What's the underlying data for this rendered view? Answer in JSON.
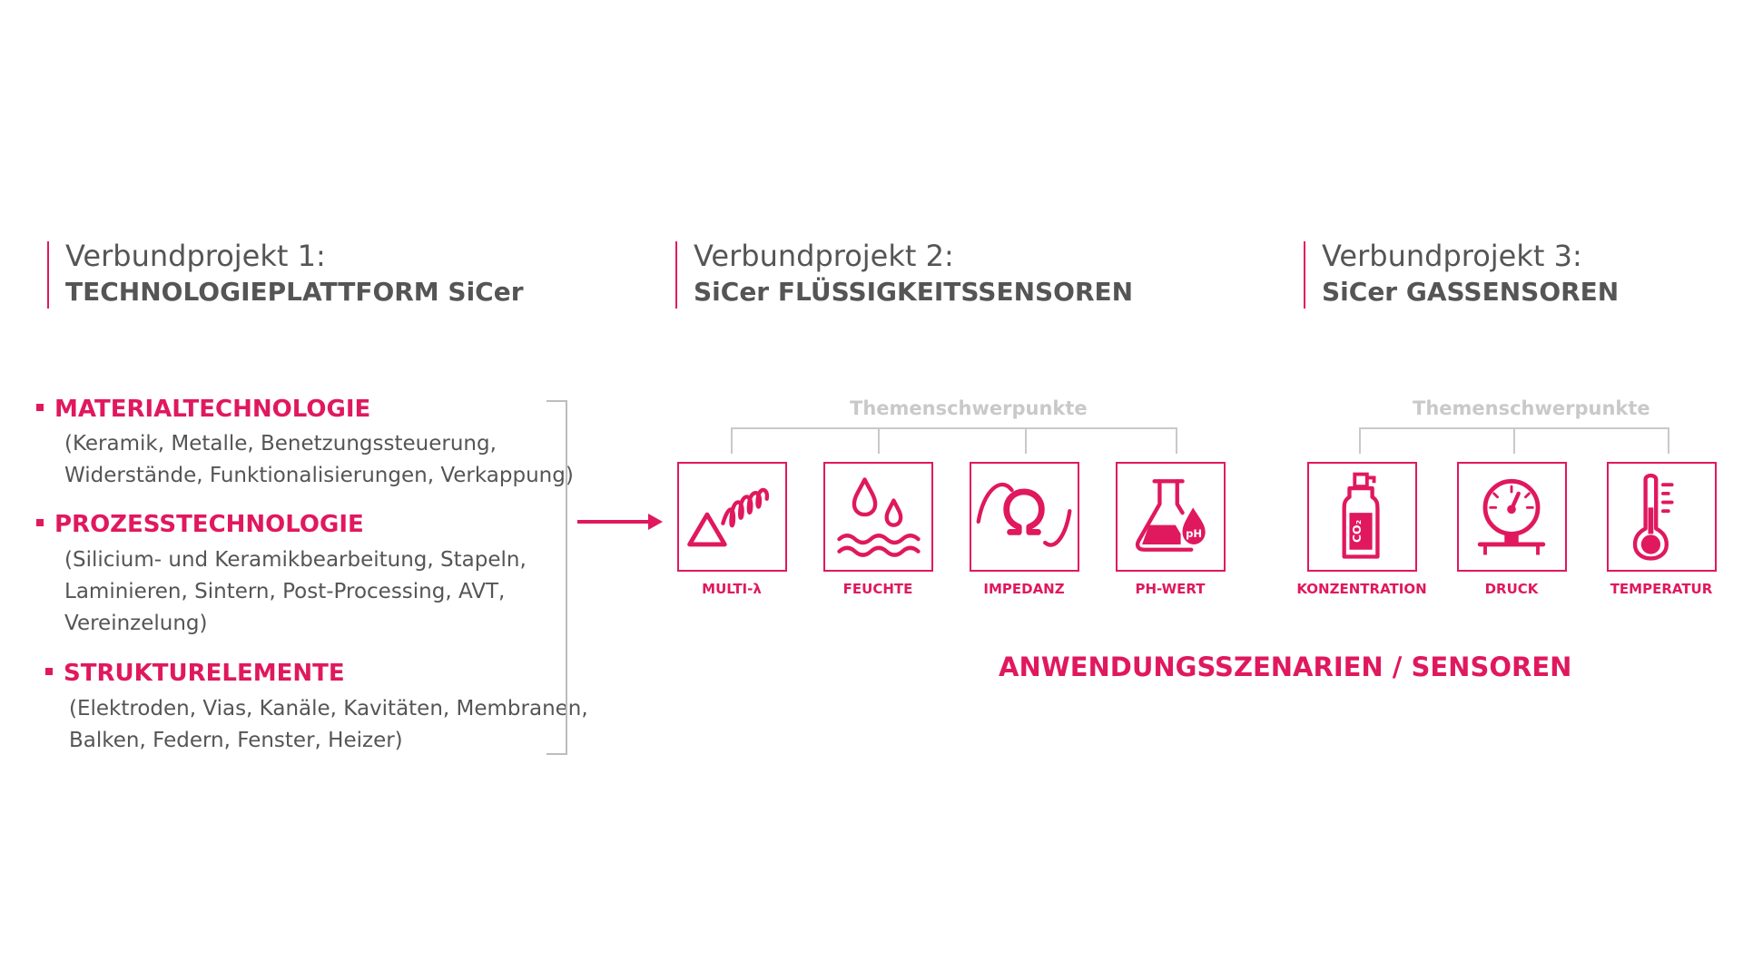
{
  "projects": [
    {
      "title": "Verbundprojekt 1:",
      "subtitle": "TECHNOLOGIEPLATTFORM SiCer"
    },
    {
      "title": "Verbundprojekt 2:",
      "subtitle": "SiCer FLÜSSIGKEITSSENSOREN"
    },
    {
      "title": "Verbundprojekt 3:",
      "subtitle": "SiCer GASSENSOREN"
    }
  ],
  "technology": [
    {
      "heading": "MATERIALTECHNOLOGIE",
      "lines": [
        "(Keramik, Metalle, Benetzungssteuerung,",
        "Widerstände, Funktionalisierungen, Verkappung)"
      ]
    },
    {
      "heading": "PROZESSTECHNOLOGIE",
      "lines": [
        "(Silicium- und Keramikbearbeitung, Stapeln,",
        "Laminieren, Sintern, Post-Processing, AVT,",
        "Vereinzelung)"
      ]
    },
    {
      "heading": "STRUKTURELEMENTE",
      "lines": [
        "(Elektroden, Vias, Kanäle, Kavitäten, Membranen,",
        "Balken, Federn, Fenster, Heizer)"
      ]
    }
  ],
  "fluid_group": {
    "theme_label": "Themenschwerpunkte",
    "icons": [
      {
        "label": "MULTI-λ",
        "icon": "multi-lambda-icon"
      },
      {
        "label": "FEUCHTE",
        "icon": "moisture-icon"
      },
      {
        "label": "IMPEDANZ",
        "icon": "impedance-icon"
      },
      {
        "label": "PH-WERT",
        "icon": "ph-flask-icon"
      }
    ]
  },
  "gas_group": {
    "theme_label": "Themenschwerpunkte",
    "icons": [
      {
        "label": "KONZENTRATION",
        "icon": "co2-bottle-icon",
        "icon_text": "CO₂"
      },
      {
        "label": "DRUCK",
        "icon": "pressure-gauge-icon"
      },
      {
        "label": "TEMPERATUR",
        "icon": "thermometer-icon"
      }
    ]
  },
  "scenario_label": "ANWENDUNGSSZENARIEN / SENSOREN",
  "ph_icon_text": "pH",
  "colors": {
    "accent": "#e0185e",
    "text": "#555555",
    "muted": "#c9c9c9"
  }
}
